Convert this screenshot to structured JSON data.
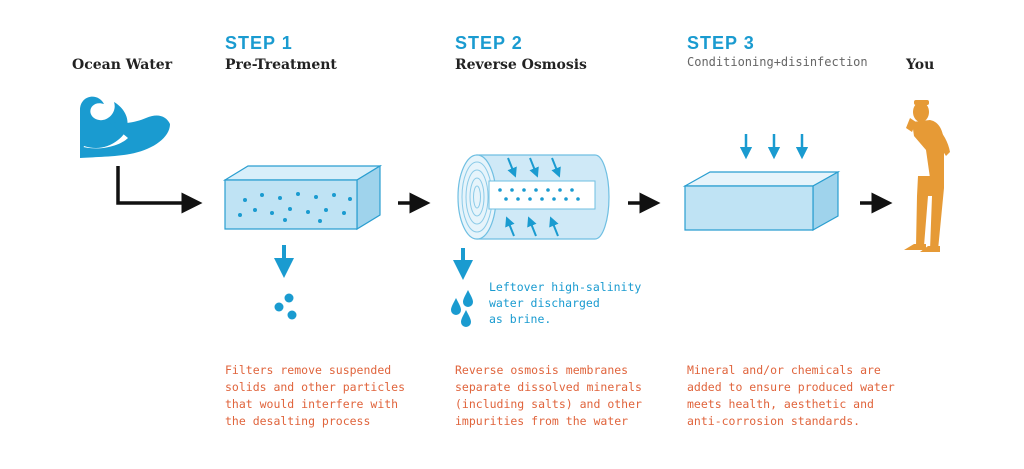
{
  "colors": {
    "accent_blue": "#1a9bd0",
    "text_orange": "#e0643c",
    "person_orange": "#e69a36",
    "tank_fill": "#bfe3f4",
    "tank_stroke": "#2a9ed0"
  },
  "source": {
    "label": "Ocean Water",
    "icon": "wave-icon"
  },
  "steps": [
    {
      "title": "STEP 1",
      "subtitle": "Pre-Treatment",
      "description": "Filters remove suspended\nsolids and other particles\nthat would interfere with\nthe desalting process"
    },
    {
      "title": "STEP 2",
      "subtitle": "Reverse Osmosis",
      "description": "Reverse osmosis membranes\nseparate dissolved minerals\n(including salts) and other\nimpurities from the water",
      "note": "Leftover high-salinity\nwater discharged\nas brine."
    },
    {
      "title": "STEP 3",
      "subtitle": "Conditioning+disinfection",
      "description": "Mineral and/or chemicals are\nadded to ensure produced water\nmeets health, aesthetic and\nanti-corrosion standards."
    }
  ],
  "destination": {
    "label": "You",
    "icon": "person-drinking-icon"
  }
}
